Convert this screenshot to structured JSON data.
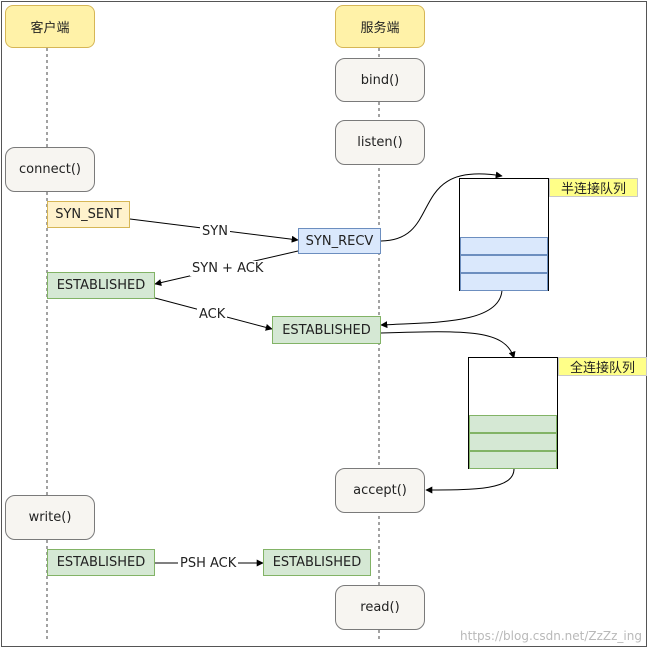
{
  "lanes": {
    "client": "客户端",
    "server": "服务端"
  },
  "server_calls": {
    "bind": "bind()",
    "listen": "listen()",
    "accept": "accept()",
    "read": "read()"
  },
  "client_calls": {
    "connect": "connect()",
    "write": "write()"
  },
  "states": {
    "client_syn_sent": "SYN_SENT",
    "server_syn_recv": "SYN_RECV",
    "client_established": "ESTABLISHED",
    "server_established": "ESTABLISHED",
    "client_write_established": "ESTABLISHED",
    "server_read_established": "ESTABLISHED"
  },
  "messages": {
    "syn": "SYN",
    "syn_ack": "SYN + ACK",
    "ack": "ACK",
    "psh_ack": "PSH ACK"
  },
  "queues": {
    "half": "半连接队列",
    "full": "全连接队列"
  },
  "watermark": "https://blog.csdn.net/ZzZz_ing",
  "colors": {
    "lane_header": "#fff2a8",
    "syn_sent": "#fff2cc",
    "syn_recv": "#dae8fc",
    "established": "#d5e8d4"
  }
}
